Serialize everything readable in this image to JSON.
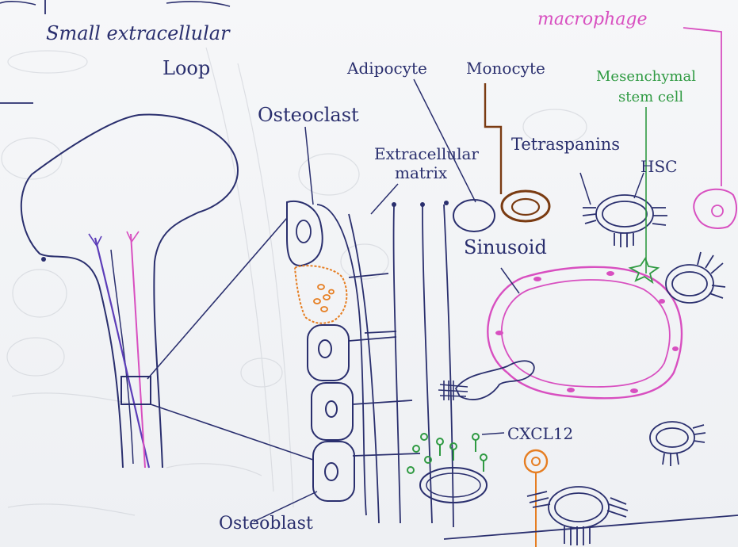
{
  "labels": {
    "small_ecl": "Small extracellular",
    "loop": "Loop",
    "osteoclast": "Osteoclast",
    "adipocyte": "Adipocyte",
    "monocyte": "Monocyte",
    "macrophage": "macrophage",
    "msc_line1": "Mesenchymal",
    "msc_line2": "stem cell",
    "ecm_line1": "Extracellular",
    "ecm_line2": "matrix",
    "tetraspanins": "Tetraspanins",
    "hsc": "HSC",
    "sinusoid": "Sinusoid",
    "cxcl12": "CXCL12",
    "osteoblast": "Osteoblast"
  },
  "colors": {
    "ink": "#2a2f6e",
    "pink": "#d84fc0",
    "green": "#2f9a42",
    "orange": "#e67e22",
    "brown": "#7a3b12",
    "purple": "#5c3db8",
    "ghost": "#c9ccd3"
  }
}
